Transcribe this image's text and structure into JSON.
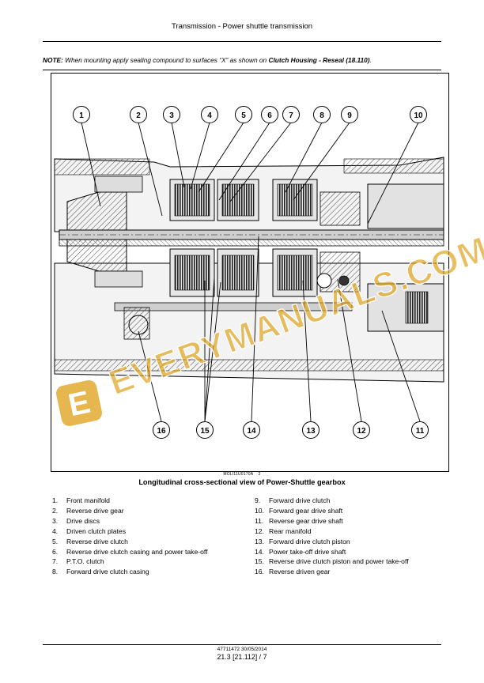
{
  "header": {
    "title": "Transmission - Power shuttle transmission"
  },
  "note": {
    "label": "NOTE:",
    "text_before": " When mounting apply sealing compound to surfaces “X” as shown on ",
    "reference": "Clutch Housing - Reseal (18.110)",
    "text_after": "."
  },
  "figure": {
    "callouts_top": [
      "1",
      "2",
      "3",
      "4",
      "5",
      "6",
      "7",
      "8",
      "9",
      "10"
    ],
    "callouts_bottom": [
      "16",
      "15",
      "14",
      "13",
      "12",
      "11"
    ],
    "figure_id": "MOLI11U0170A",
    "figure_number": "2",
    "caption": "Longitudinal cross-sectional view of Power-Shuttle gearbox"
  },
  "watermark": {
    "text": "EVERYMANUALS.COM",
    "logo_letter": "E",
    "color": "#e0a21e"
  },
  "legend": {
    "left": [
      {
        "num": "1.",
        "label": "Front manifold"
      },
      {
        "num": "2.",
        "label": "Reverse drive gear"
      },
      {
        "num": "3.",
        "label": "Drive discs"
      },
      {
        "num": "4.",
        "label": "Driven clutch plates"
      },
      {
        "num": "5.",
        "label": "Reverse drive clutch"
      },
      {
        "num": "6.",
        "label": "Reverse drive clutch casing and power take-off"
      },
      {
        "num": "7.",
        "label": "P.T.O. clutch"
      },
      {
        "num": "8.",
        "label": "Forward drive clutch casing"
      }
    ],
    "right": [
      {
        "num": "9.",
        "label": "Forward drive clutch"
      },
      {
        "num": "10.",
        "label": "Forward gear drive shaft"
      },
      {
        "num": "11.",
        "label": "Reverse gear drive shaft"
      },
      {
        "num": "12.",
        "label": "Rear manifold"
      },
      {
        "num": "13.",
        "label": "Forward drive clutch piston"
      },
      {
        "num": "14.",
        "label": "Power take-off drive shaft"
      },
      {
        "num": "15.",
        "label": "Reverse drive clutch piston and power take-off"
      },
      {
        "num": "16.",
        "label": "Reverse driven gear"
      }
    ]
  },
  "footer": {
    "code": "47711472 30/05/2014",
    "page": "21.3 [21.112] / 7"
  }
}
